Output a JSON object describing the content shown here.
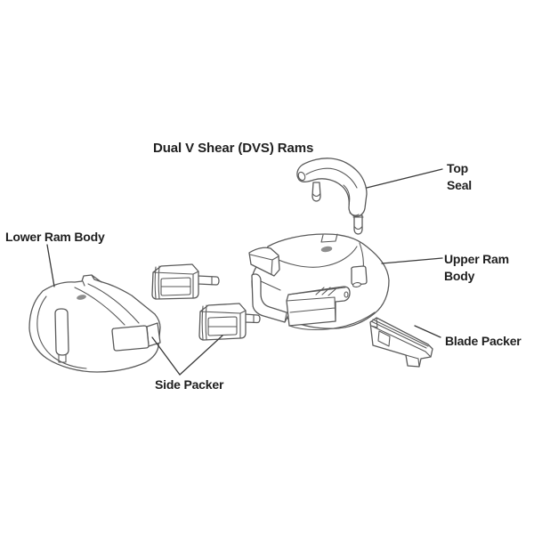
{
  "diagram": {
    "title": "Dual V Shear (DVS) Rams",
    "labels": {
      "top_seal": "Top\nSeal",
      "lower_ram_body": "Lower Ram Body",
      "upper_ram_body": "Upper Ram Body",
      "blade_packer": "Blade Packer",
      "side_packer": "Side Packer"
    },
    "colors": {
      "background": "#ffffff",
      "line": "#5a5a5a",
      "leader": "#3a3a3a",
      "text": "#1f1f1f",
      "hole_fill": "#8e8e8e"
    }
  }
}
